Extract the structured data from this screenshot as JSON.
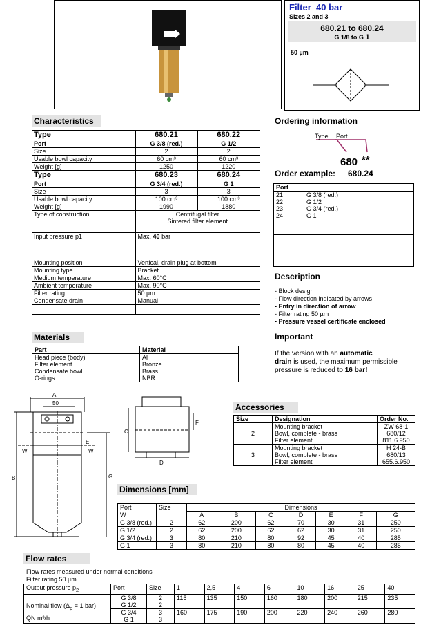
{
  "header": {
    "title_word": "Filter",
    "title_bar": "40 bar",
    "sizes": "Sizes 2 and 3",
    "range": "680.21 to 680.24",
    "ports": "G 1/8 to G",
    "ports_bold": "1",
    "rating": "50 µm"
  },
  "characteristics": {
    "heading": "Characteristics",
    "block1": {
      "type_label": "Type",
      "type_a": "680.21",
      "type_b": "680.22",
      "port_label": "Port",
      "port_a": "G 3/8 (red.)",
      "port_b": "G 1/2",
      "size_label": "Size",
      "size_a": "2",
      "size_b": "2",
      "bowl_label": "Usable bowl capacity",
      "bowl_a": "60 cm³",
      "bowl_b": "60 cm³",
      "weight_label": "Weight [g]",
      "weight_a": "1250",
      "weight_b": "1220"
    },
    "block2": {
      "type_label": "Type",
      "type_a": "680.23",
      "type_b": "680.24",
      "port_label": "Port",
      "port_a": "G 3/4 (red.)",
      "port_b": "G 1",
      "size_label": "Size",
      "size_a": "3",
      "size_b": "3",
      "bowl_label": "Usable bowl capacity",
      "bowl_a": "100 cm³",
      "bowl_b": "100 cm³",
      "weight_label": "Weight [g]",
      "weight_a": "1990",
      "weight_b": "1880"
    },
    "construction_label": "Type of construction",
    "construction_1": "Centrifugal filter",
    "construction_2": "Sintered filter element",
    "pressure_label": "Input pressure p1",
    "pressure_pre": "Max.",
    "pressure_val": "40",
    "pressure_unit": "bar",
    "rows": [
      {
        "l": "Mounting position",
        "v": "Vertical, drain plug at bottom"
      },
      {
        "l": "Mounting type",
        "v": "Bracket"
      },
      {
        "l": "Medium temperature",
        "v": "Max. 60°C"
      },
      {
        "l": "Ambient temperature",
        "v": "Max. 90°C"
      },
      {
        "l": "Filter rating",
        "v": "50 µm"
      },
      {
        "l": "Condensate drain",
        "v": "Manual"
      }
    ]
  },
  "ordering": {
    "heading": "Ordering information",
    "type_tag": "Type",
    "port_tag": "Port",
    "code": "680",
    "stars": "**",
    "example_label": "Order example:",
    "example_value": "680.24",
    "port_header": "Port",
    "ports": [
      {
        "code": "21",
        "port": "G 3/8 (red.)"
      },
      {
        "code": "22",
        "port": "G 1/2"
      },
      {
        "code": "23",
        "port": "G 3/4 (red.)"
      },
      {
        "code": "24",
        "port": "G 1"
      }
    ]
  },
  "description": {
    "heading": "Description",
    "items": [
      "- Block design",
      "- Flow direction indicated by arrows",
      "- Entry in direction of arrow",
      "- Filter rating 50 µm",
      "- Pressure vessel certificate enclosed"
    ]
  },
  "important": {
    "heading": "Important",
    "t1": "If the version with an",
    "t1b": "automatic",
    "t2": "drain",
    "t2b": "is used, the maximum permissible",
    "t3": "pressure is reduced to",
    "t3b": "16 bar!"
  },
  "materials": {
    "heading": "Materials",
    "col_part": "Part",
    "col_material": "Material",
    "rows": [
      {
        "part": "Head piece (body)",
        "mat": "Al"
      },
      {
        "part": "Filter element",
        "mat": "Bronze"
      },
      {
        "part": "Condensate bowl",
        "mat": "Brass"
      },
      {
        "part": "O-rings",
        "mat": "NBR"
      }
    ]
  },
  "accessories": {
    "heading": "Accessories",
    "col_size": "Size",
    "col_des": "Designation",
    "col_order": "Order No.",
    "groups": [
      {
        "size": "2",
        "items": [
          {
            "d": "Mounting bracket",
            "o": "ZW 68-1"
          },
          {
            "d": "Bowl, complete - brass",
            "o": "680/12"
          },
          {
            "d": "Filter element",
            "o": "811.6.950"
          }
        ]
      },
      {
        "size": "3",
        "items": [
          {
            "d": "Mounting bracket",
            "o": "H 24-B"
          },
          {
            "d": "Bowl, complete - brass",
            "o": "680/13"
          },
          {
            "d": "Filter element",
            "o": "655.6.950"
          }
        ]
      }
    ]
  },
  "drawing": {
    "A": "A",
    "fifty": "50",
    "E": "E",
    "W": "W",
    "B": "B",
    "G": "G",
    "C": "C",
    "D": "D",
    "F": "F"
  },
  "dimensions": {
    "heading": "Dimensions [mm]",
    "col_port": "Port",
    "col_w": "W",
    "col_size": "Size",
    "col_dims": "Dimensions",
    "letters": [
      "A",
      "B",
      "C",
      "D",
      "E",
      "F",
      "G"
    ],
    "rows": [
      {
        "port": "G 3/8 (red.)",
        "size": "2",
        "v": [
          "62",
          "200",
          "62",
          "70",
          "30",
          "31",
          "250"
        ]
      },
      {
        "port": "G 1/2",
        "size": "2",
        "v": [
          "62",
          "200",
          "62",
          "62",
          "30",
          "31",
          "250"
        ]
      },
      {
        "port": "G 3/4 (red.)",
        "size": "3",
        "v": [
          "80",
          "210",
          "80",
          "92",
          "45",
          "40",
          "285"
        ]
      },
      {
        "port": "G 1",
        "size": "3",
        "v": [
          "80",
          "210",
          "80",
          "80",
          "45",
          "40",
          "285"
        ]
      }
    ]
  },
  "flow": {
    "heading": "Flow rates",
    "note1": "Flow rates measured under normal conditions",
    "note2": "Filter rating 50 µm",
    "out_label": "Output pressure p",
    "out_sub": "2",
    "port_label": "Port",
    "size_label": "Size",
    "pressures": [
      "1",
      "2,5",
      "4",
      "6",
      "10",
      "16",
      "25",
      "40"
    ],
    "nominal_label": "Nominal flow (Δ",
    "nominal_sub": "p",
    "nominal_end": "= 1 bar)",
    "qn_label": "QN  m³/h",
    "groups": [
      {
        "ports": [
          "G 3/8",
          "G 1/2"
        ],
        "sizes": [
          "2",
          "2"
        ],
        "values": [
          "115",
          "135",
          "150",
          "160",
          "180",
          "200",
          "215",
          "235"
        ]
      },
      {
        "ports": [
          "G 3/4",
          "G 1"
        ],
        "sizes": [
          "3",
          "3"
        ],
        "values": [
          "160",
          "175",
          "190",
          "200",
          "220",
          "240",
          "260",
          "280"
        ]
      }
    ]
  }
}
